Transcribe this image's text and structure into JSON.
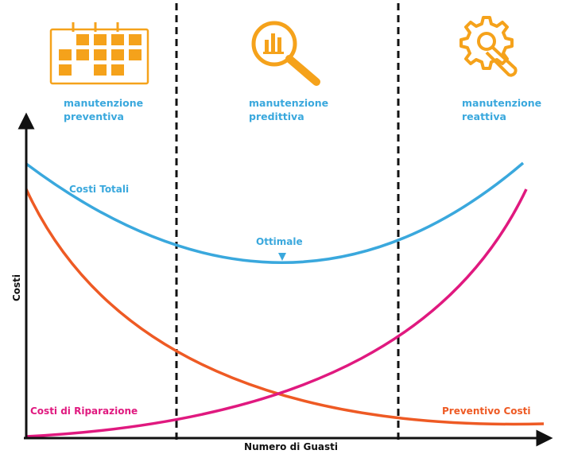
{
  "chart_data": {
    "type": "line",
    "xlabel": "Numero di Guasti",
    "ylabel": "Costi",
    "grid": false,
    "segments": [
      {
        "line1": "manutenzione",
        "line2": "preventiva",
        "icon": "calendar-icon"
      },
      {
        "line1": "manutenzione",
        "line2": "predittiva",
        "icon": "magnifier-chart-icon"
      },
      {
        "line1": "manutenzione",
        "line2": "reattiva",
        "icon": "gear-wrench-icon"
      }
    ],
    "series": [
      {
        "name": "Costi Totali",
        "color": "#3aa8dd"
      },
      {
        "name": "Costi di Riparazione",
        "color": "#e0197f"
      },
      {
        "name": "Preventivo Costi",
        "color": "#ee5a24"
      }
    ],
    "annotation": {
      "text": "Ottimale",
      "color": "#3aa8dd"
    },
    "colors": {
      "icon": "#f5a21b",
      "axis": "#111111",
      "divider": "#111111"
    }
  }
}
